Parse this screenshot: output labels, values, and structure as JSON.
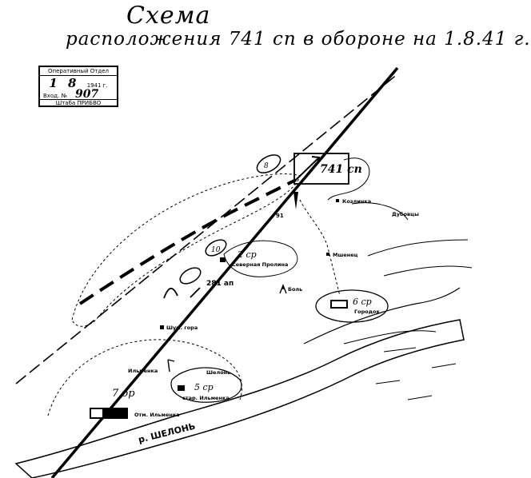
{
  "map": {
    "title": "Схема",
    "subtitle": "расположения 741 сп в обороне на 1.8.41 г."
  },
  "stamp": {
    "header": "Оперативный Отдел",
    "day": "1",
    "month": "8",
    "year": "1941 г.",
    "reg_label": "Вход. №",
    "reg_number": "907",
    "footer": "Штаба ПРИБВО"
  },
  "labels": {
    "hq_741": "741 сп",
    "unit_2sr": "2 ср",
    "unit_6sr": "6 ср",
    "unit_5sr": "5 ср",
    "unit_7or": "7 ор",
    "unit_8": "8",
    "unit_10": "10",
    "unit_281_ap": "281 ап",
    "unit_91": "91",
    "place_kozlinka": "Козлинка",
    "place_dubovtsy": "Дубовцы",
    "place_mshenets": "Мшенец",
    "place_severnaya_prolina": "Северная Пролина",
    "place_bol": "Боль",
    "place_gorodok": "Городок",
    "place_shum_gora": "Шум. гора",
    "place_ilmenka": "Ильменка",
    "place_shelon_v": "Шелонь",
    "place_star_ilmenka": "стар. Ильменка",
    "place_otm_ilmenka": "Отм. Ильменка",
    "river_shelon": "р. ШЕЛОНЬ"
  }
}
